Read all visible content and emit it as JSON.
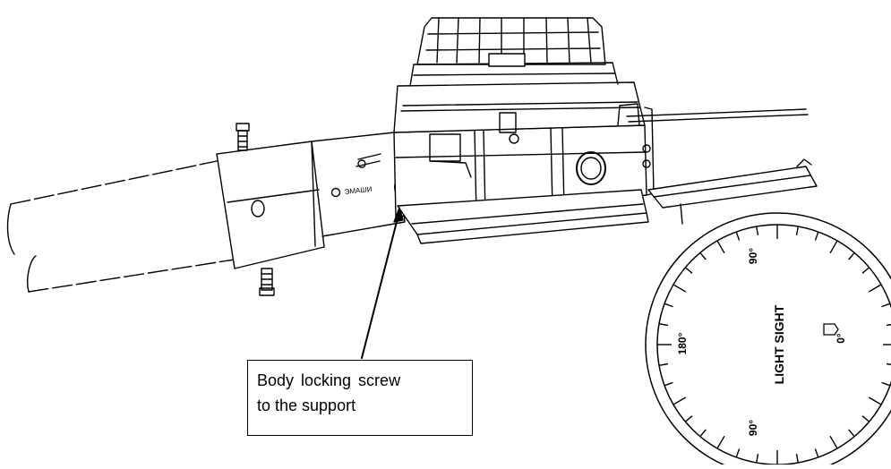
{
  "callout": {
    "line1": "Body locking screw",
    "line2": "to the support"
  },
  "dial": {
    "label": "LIGHT SIGHT",
    "marks": [
      "90°",
      "0°",
      "180°",
      "90°"
    ]
  },
  "body_label": "ЭМАШИ"
}
